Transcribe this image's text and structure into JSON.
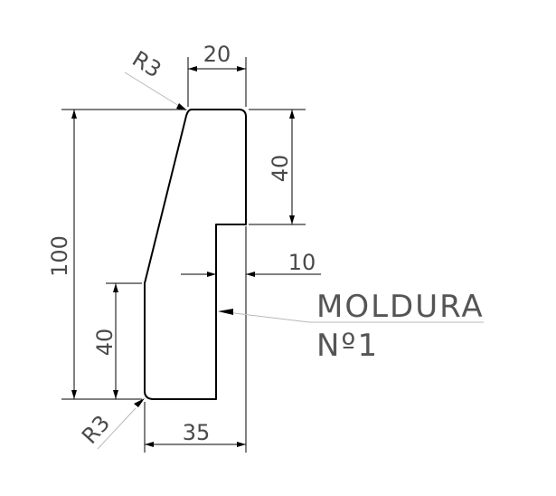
{
  "dimensions": {
    "top_width": "20",
    "right_height": "40",
    "step_width": "10",
    "total_height": "100",
    "bottom_left_height": "40",
    "bottom_width": "35",
    "top_radius": "R3",
    "bottom_radius": "R3"
  },
  "label": {
    "line1": "MOLDURA",
    "line2": "Nº1"
  }
}
